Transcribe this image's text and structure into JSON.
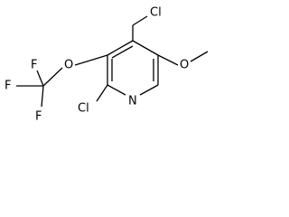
{
  "molecule": {
    "atom_labels": {
      "cl_chloromethyl": "Cl",
      "o_trifluoromethoxy": "O",
      "f_top": "F",
      "f_left": "F",
      "f_bottom": "F",
      "o_methoxy": "O",
      "cl_ring": "Cl",
      "n_ring": "N"
    }
  }
}
